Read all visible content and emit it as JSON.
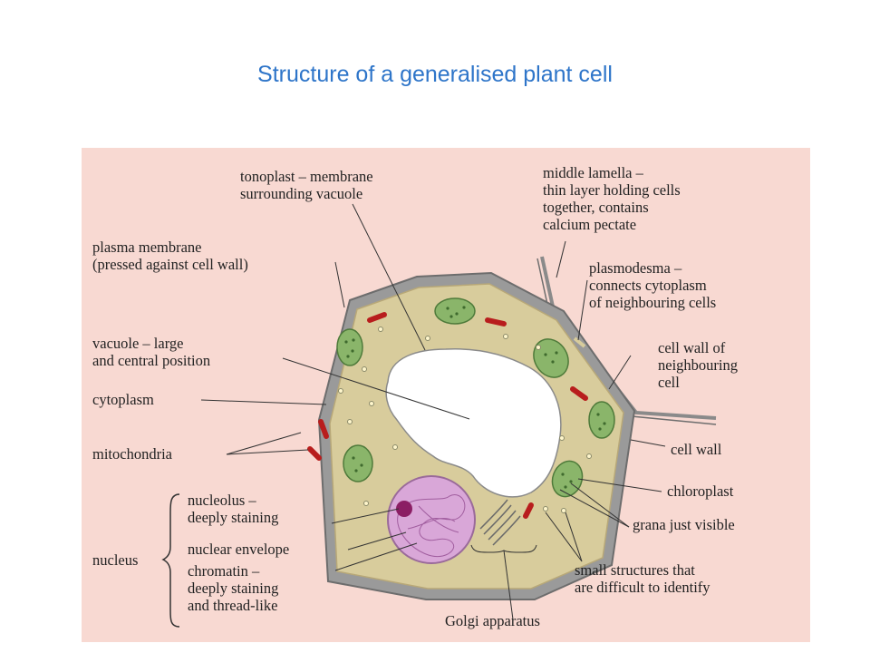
{
  "title": "Structure of a generalised plant cell",
  "labels": {
    "tonoplast": [
      "tonoplast – membrane",
      "surrounding vacuole"
    ],
    "middle_lamella": [
      "middle lamella –",
      "thin layer holding cells",
      "together, contains",
      "calcium pectate"
    ],
    "plasma_membrane": [
      "plasma membrane",
      "(pressed against cell wall)"
    ],
    "plasmodesma": [
      "plasmodesma –",
      "connects cytoplasm",
      "of neighbouring cells"
    ],
    "vacuole": [
      "vacuole – large",
      "and central position"
    ],
    "cell_wall_neighbouring": [
      "cell wall of",
      "neighbouring",
      "cell"
    ],
    "cytoplasm": [
      "cytoplasm"
    ],
    "mitochondria": [
      "mitochondria"
    ],
    "cell_wall": [
      "cell wall"
    ],
    "chloroplast": [
      "chloroplast"
    ],
    "nucleolus": [
      "nucleolus –",
      "deeply staining"
    ],
    "grana": [
      "grana just visible"
    ],
    "nuclear_envelope": [
      "nuclear envelope"
    ],
    "nucleus": [
      "nucleus"
    ],
    "chromatin": [
      "chromatin –",
      "deeply staining",
      "and thread-like"
    ],
    "small_structures": [
      "small structures that",
      "are difficult to identify"
    ],
    "golgi": [
      "Golgi apparatus"
    ]
  },
  "colors": {
    "title": "#2e75c9",
    "background": "#f8d9d2",
    "cell_wall": "#7a7a7a",
    "cytoplasm": "#d8cc9c",
    "vacuole": "#ffffff",
    "chloroplast": "#8ab56a",
    "mitochondria": "#d42a2a",
    "nucleus": "#d9a7d8",
    "nucleolus": "#8b1e64"
  }
}
